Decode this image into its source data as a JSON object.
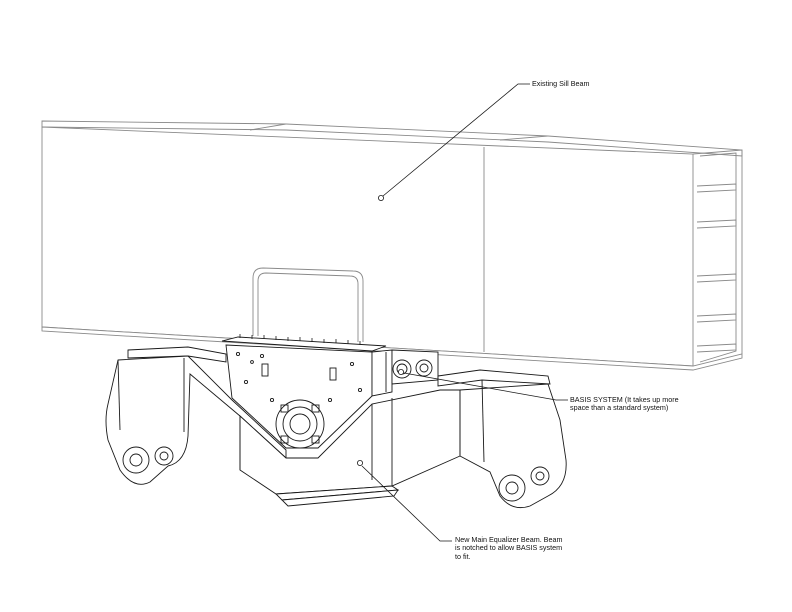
{
  "callouts": {
    "sill_beam": "Existing Sill Beam",
    "basis_system": "BASIS SYSTEM (It takes up more\nspace than a standard system)",
    "equalizer_beam": "New Main Equalizer Beam. Beam\nis notched to allow BASIS system\nto fit."
  },
  "colors": {
    "background": "#ffffff",
    "thin_line": "#8a8a8a",
    "dark_line": "#1a1a1a"
  }
}
